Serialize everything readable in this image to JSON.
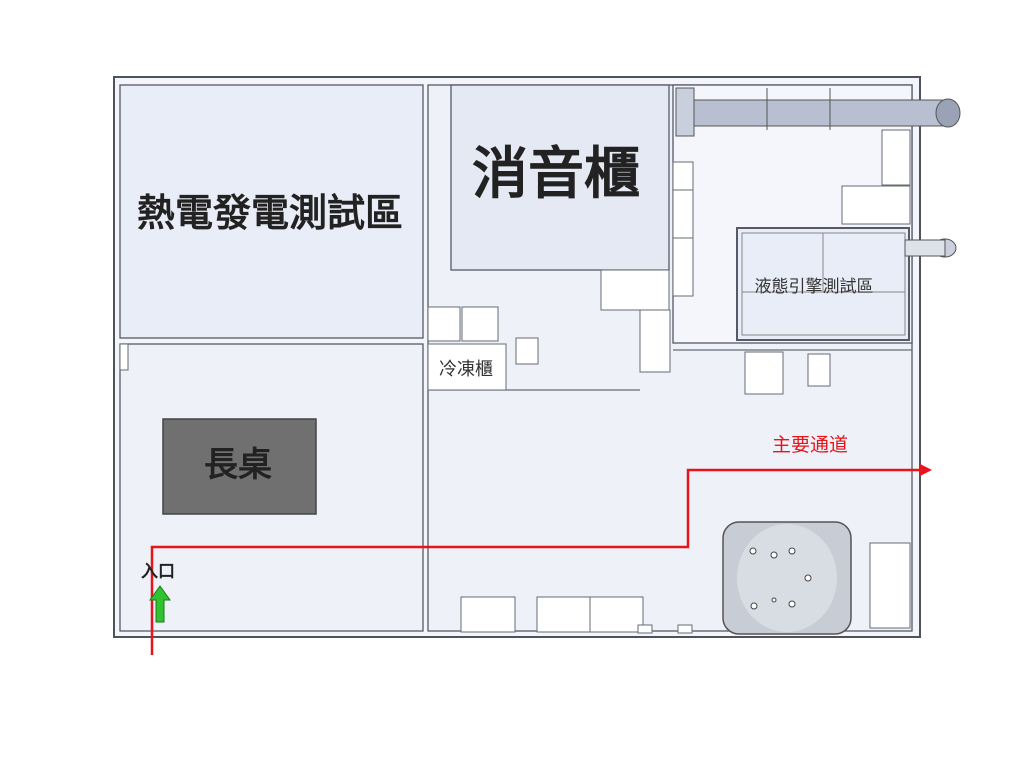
{
  "labels": {
    "thermal_test_area": "熱電發電測試區",
    "muffler_cabinet": "消音櫃",
    "liquid_engine_test_area": "液態引擎測試區",
    "long_table": "長桌",
    "cold_storage": "冷凍櫃",
    "main_passage": "主要通道",
    "entrance": "入口"
  },
  "colors": {
    "zone_fill": "#e9edf7",
    "wall": "#4d525c",
    "table_fill": "#707070",
    "route": "#e8141a",
    "entrance_arrow": "#2fc42f"
  }
}
